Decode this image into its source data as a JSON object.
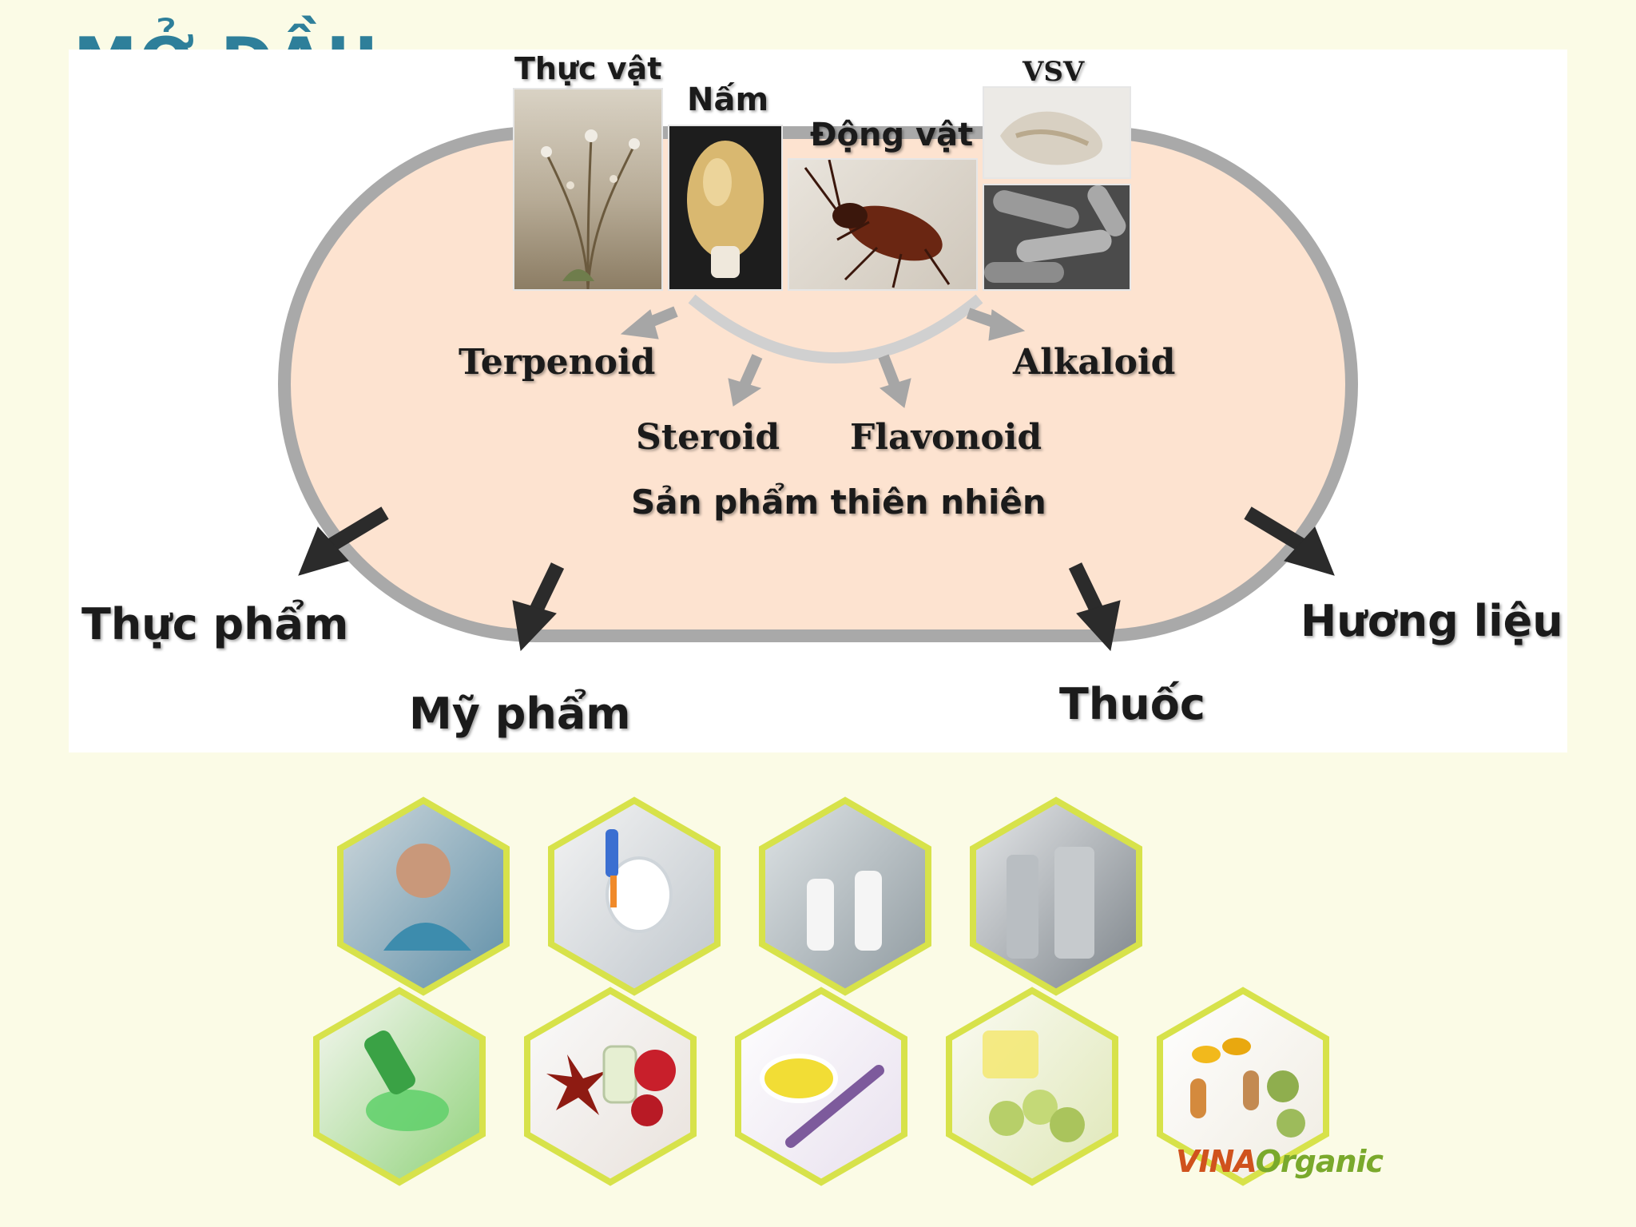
{
  "title": "MỞ ĐẦU",
  "diagram": {
    "sources": [
      {
        "label": "Thực vật",
        "icon": "plant-photo"
      },
      {
        "label": "Nấm",
        "icon": "mushroom-photo"
      },
      {
        "label": "Động vật",
        "icon": "beetle-photo"
      },
      {
        "label": "VSV",
        "icon": "microbe-photo"
      }
    ],
    "compounds": [
      "Terpenoid",
      "Steroid",
      "Flavonoid",
      "Alkaloid"
    ],
    "center_label": "Sản phẩm thiên nhiên",
    "applications": [
      "Thực phẩm",
      "Mỹ phẩm",
      "Thuốc",
      "Hương liệu"
    ]
  },
  "collage": {
    "logo": {
      "brand_a": "VINA",
      "brand_b": "Organic"
    },
    "hex_tiles": [
      "lab-technician-photo",
      "scientist-test-tube-photo",
      "factory-workers-photo",
      "steel-tanks-photo",
      "aloe-gel-photo",
      "spices-oil-photo",
      "oil-spoon-lavender-photo",
      "grapes-oil-photo",
      "capsules-photo"
    ]
  },
  "colors": {
    "background": "#fbfbe6",
    "title": "#2e7f9a",
    "capsule_fill": "#fde3d0",
    "capsule_border": "#a9a9a9",
    "hex_border": "#d7e24a",
    "logo": "#d0521d"
  }
}
